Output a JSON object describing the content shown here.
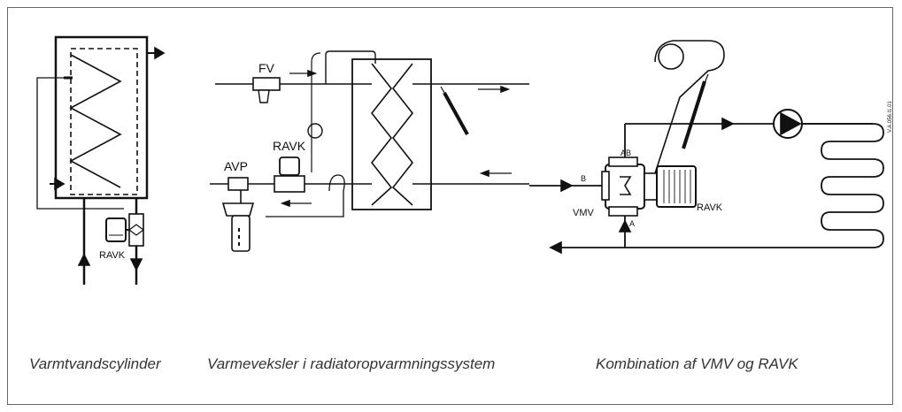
{
  "captions": {
    "cylinder": "Varmtvandscylinder",
    "exchanger": "Varmeveksler i radiatoropvarmningssystem",
    "combination": "Kombination af VMV og RAVK"
  },
  "labels": {
    "ravk_cylinder": "RAVK",
    "fv": "FV",
    "ravk_exchanger": "RAVK",
    "avp": "AVP",
    "ab": "AB",
    "b": "B",
    "a": "A",
    "vmv": "VMV",
    "ravk_vmv": "RAVK",
    "drawing_ref": "V.A.056.I1.01"
  }
}
